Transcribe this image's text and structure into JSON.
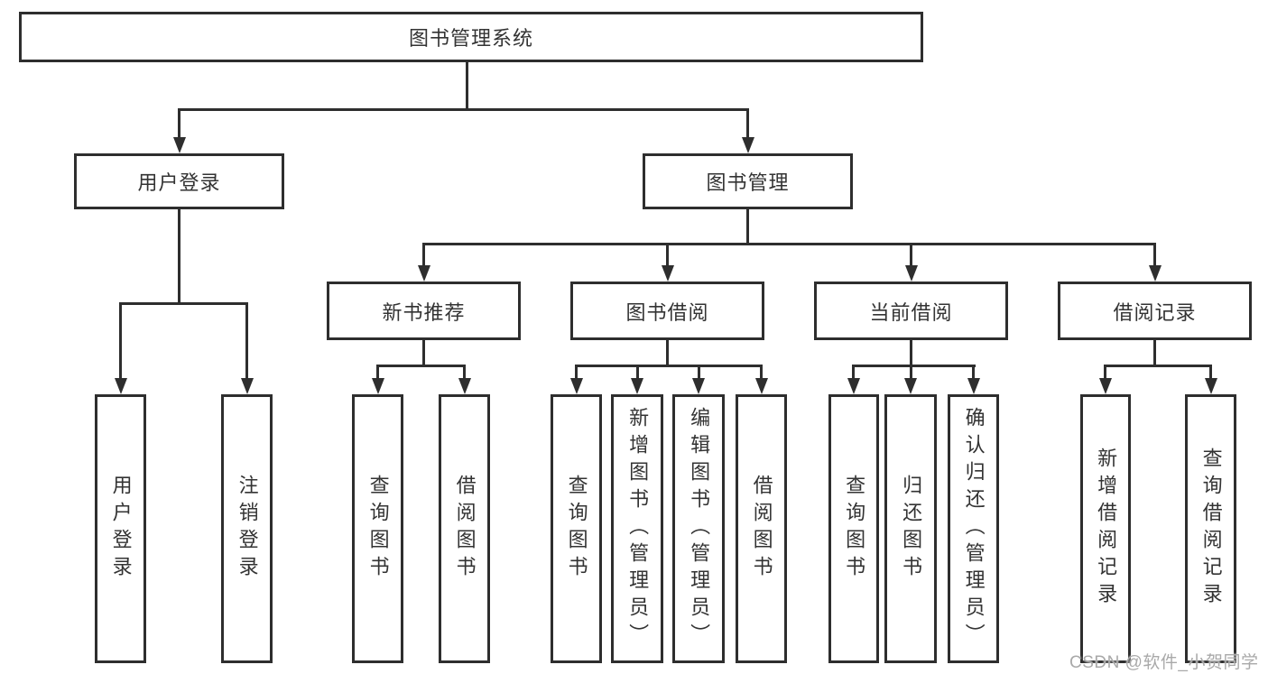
{
  "title": "图书管理系统",
  "watermark": "CSDN @软件_小贺同学",
  "colors": {
    "line": "#2e2e2e",
    "border": "#2e2e2e",
    "text": "#333333",
    "background": "#ffffff",
    "watermark": "#a9a9a9"
  },
  "nodes": {
    "root": "图书管理系统",
    "level2": {
      "user_login": "用户登录",
      "book_mgmt": "图书管理"
    },
    "level3": {
      "new_book_rec": "新书推荐",
      "book_borrow": "图书借阅",
      "current_borrow": "当前借阅",
      "borrow_records": "借阅记录"
    },
    "leaves": {
      "user_login": "用户登录",
      "logout": "注销登录",
      "nbr_query_books": "查询图书",
      "nbr_borrow_books": "借阅图书",
      "bb_query_books": "查询图书",
      "bb_add_books_admin": "新增图书（管理员）",
      "bb_edit_books_admin": "编辑图书（管理员）",
      "bb_borrow_books": "借阅图书",
      "cb_query_books": "查询图书",
      "cb_return_books": "归还图书",
      "cb_confirm_return_admin": "确认归还（管理员）",
      "br_add_record": "新增借阅记录",
      "br_query_record": "查询借阅记录"
    }
  }
}
